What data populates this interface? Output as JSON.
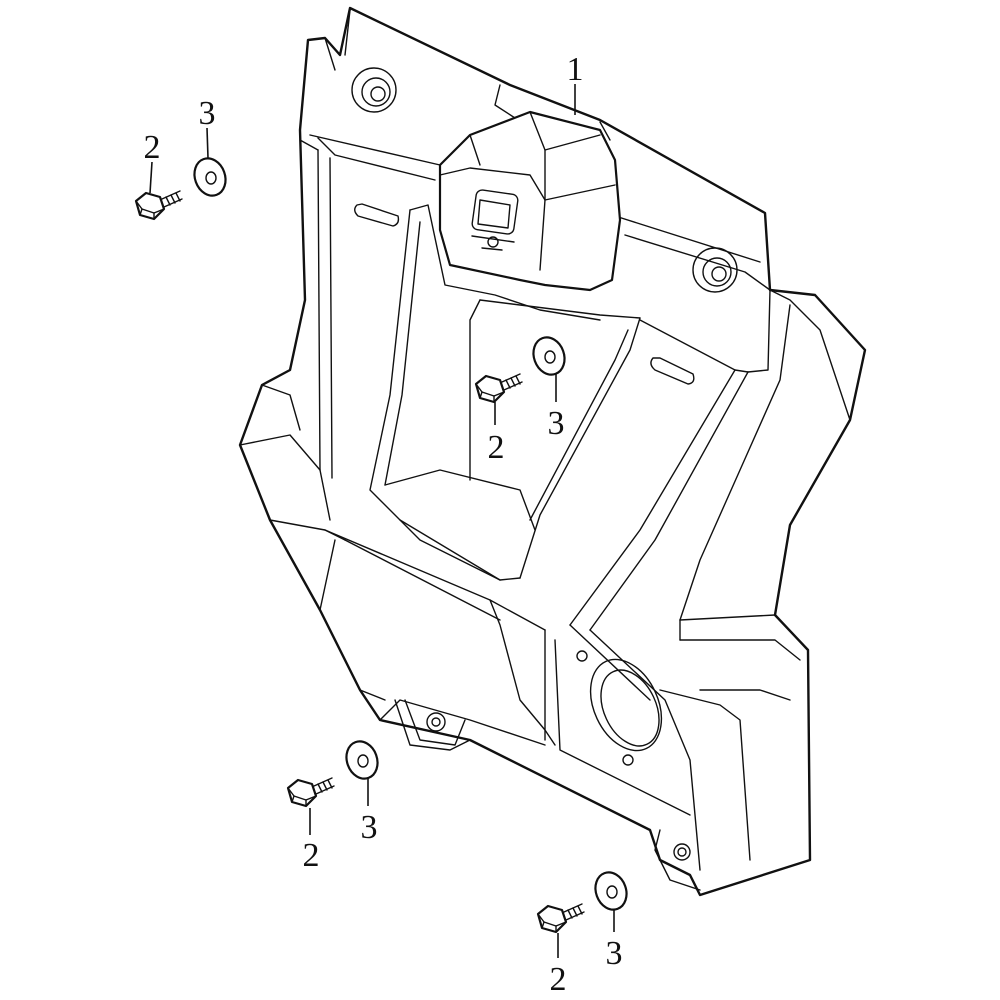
{
  "callouts": {
    "part1": "1",
    "bolt_a": "2",
    "washer_a": "3",
    "bolt_b": "2",
    "washer_b": "3",
    "bolt_c": "2",
    "washer_c": "3",
    "bolt_d": "2",
    "washer_d": "3"
  }
}
